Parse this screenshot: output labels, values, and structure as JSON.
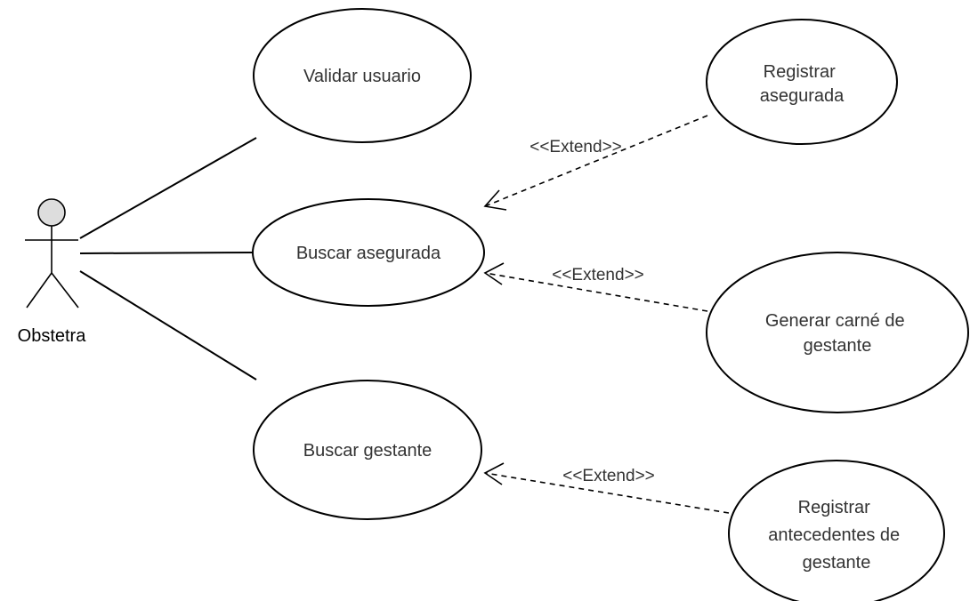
{
  "actor": {
    "label": "Obstetra",
    "head_color": "#dddddd"
  },
  "use_cases": {
    "validar_usuario": [
      "Validar usuario"
    ],
    "buscar_asegurada": [
      "Buscar asegurada"
    ],
    "buscar_gestante": [
      "Buscar gestante"
    ],
    "registrar_asegurada": [
      "Registrar",
      "asegurada"
    ],
    "generar_carne": [
      "Generar carné de",
      "gestante"
    ],
    "registrar_antecedentes": [
      "Registrar",
      "antecedentes de",
      "gestante"
    ]
  },
  "relations": {
    "extend_1": "<<Extend>>",
    "extend_2": "<<Extend>>",
    "extend_3": "<<Extend>>"
  }
}
